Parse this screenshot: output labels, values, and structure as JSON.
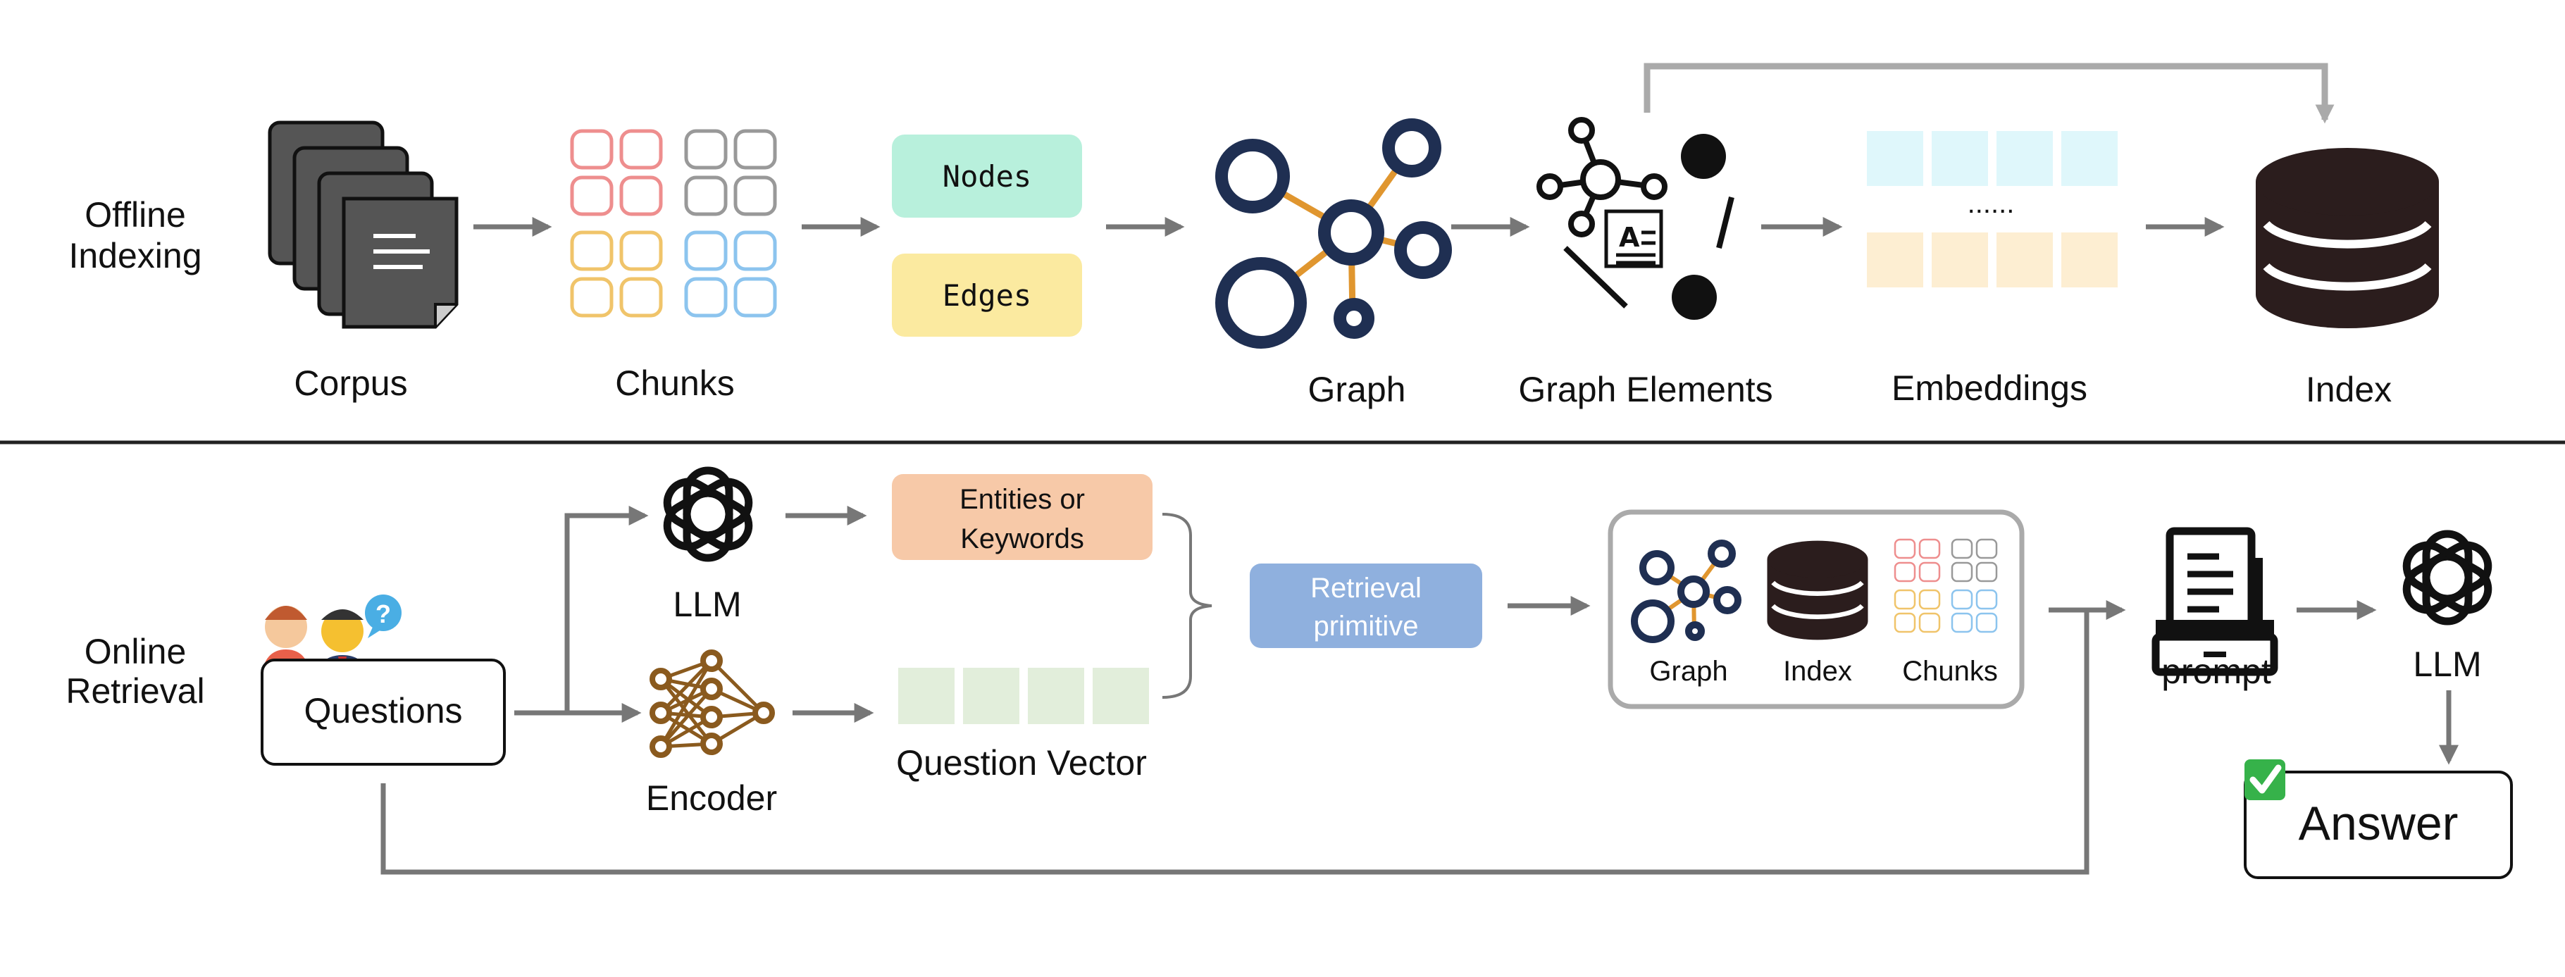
{
  "sections": {
    "offline": {
      "label_line1": "Offline",
      "label_line2": "Indexing"
    },
    "online": {
      "label_line1": "Online",
      "label_line2": "Retrieval"
    }
  },
  "offline": {
    "corpus": "Corpus",
    "chunks": "Chunks",
    "nodes": "Nodes",
    "edges": "Edges",
    "graph": "Graph",
    "graph_elements": "Graph Elements",
    "embeddings": "Embeddings",
    "embeddings_dots": "......",
    "index": "Index"
  },
  "online": {
    "questions": "Questions",
    "llm_top": "LLM",
    "encoder": "Encoder",
    "entities_line1": "Entities or",
    "entities_line2": "Keywords",
    "question_vector": "Question Vector",
    "retrieval_line1": "Retrieval",
    "retrieval_line2": "primitive",
    "store_graph": "Graph",
    "store_index": "Index",
    "store_chunks": "Chunks",
    "prompt": "prompt",
    "llm_right": "LLM",
    "answer": "Answer"
  },
  "colors": {
    "arrow": "#777777",
    "navy": "#1f2f52",
    "orange": "#e0962f",
    "nodes_fill": "#b8f0dc",
    "edges_fill": "#fbeaa0",
    "entities_fill": "#f7c9a8",
    "retrieval_fill": "#8fb0de",
    "vector_fill": "#e2eedb",
    "emb_top": "#dff7fb",
    "emb_bottom": "#fdeed2",
    "db": "#2b1d1d",
    "encoder": "#8a5a1e",
    "chunk_red": "#ee8e8e",
    "chunk_gray": "#999999",
    "chunk_yellow": "#f0c46a",
    "chunk_blue": "#8cc4ee"
  },
  "icons": [
    "document-stack-icon",
    "chunks-grid-icon",
    "graph-icon",
    "graph-elements-icon",
    "database-icon",
    "openai-logo-icon",
    "neural-network-icon",
    "people-question-icon",
    "printer-icon",
    "check-mark-icon"
  ]
}
